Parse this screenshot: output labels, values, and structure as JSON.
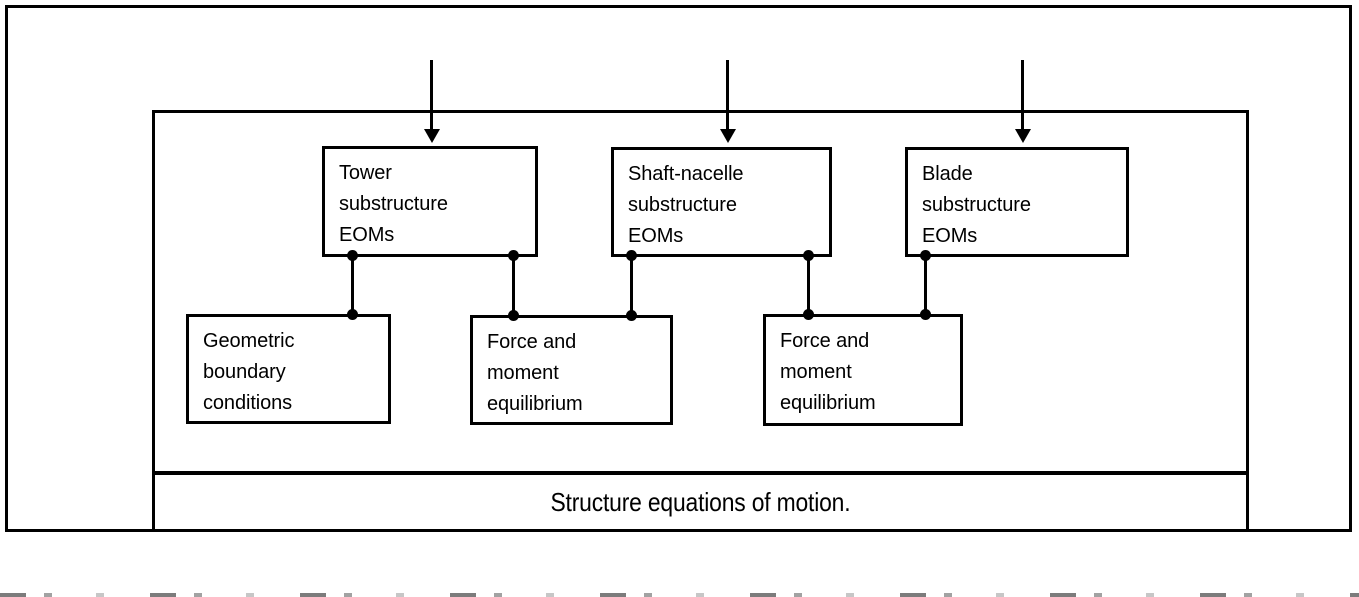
{
  "figure": {
    "caption": "Structure equations of motion.",
    "line_color": "#000000",
    "background_color": "#ffffff"
  },
  "inputs": [
    {
      "name": "tower-input-arrow",
      "target": "Tower substructure EOMs"
    },
    {
      "name": "shaft-nacelle-input-arrow",
      "target": "Shaft-nacelle substructure EOMs"
    },
    {
      "name": "blade-input-arrow",
      "target": "Blade substructure EOMs"
    }
  ],
  "substructures": [
    {
      "id": "tower",
      "label": "Tower\nsubstructure\nEOMs"
    },
    {
      "id": "shaft-nacelle",
      "label": "Shaft-nacelle\nsubstructure\nEOMs"
    },
    {
      "id": "blade",
      "label": "Blade\nsubstructure\nEOMs"
    }
  ],
  "couplings": [
    {
      "id": "geometric-boundary-conditions",
      "label": "Geometric\nboundary\nconditions"
    },
    {
      "id": "force-moment-equilibrium-1",
      "label": "Force and\nmoment\nequilibrium"
    },
    {
      "id": "force-moment-equilibrium-2",
      "label": "Force and\nmoment\nequilibrium"
    }
  ],
  "connections": [
    {
      "from": "tower",
      "to": "geometric-boundary-conditions"
    },
    {
      "from": "tower",
      "to": "force-moment-equilibrium-1"
    },
    {
      "from": "shaft-nacelle",
      "to": "force-moment-equilibrium-1"
    },
    {
      "from": "shaft-nacelle",
      "to": "force-moment-equilibrium-2"
    },
    {
      "from": "blade",
      "to": "force-moment-equilibrium-2"
    }
  ]
}
